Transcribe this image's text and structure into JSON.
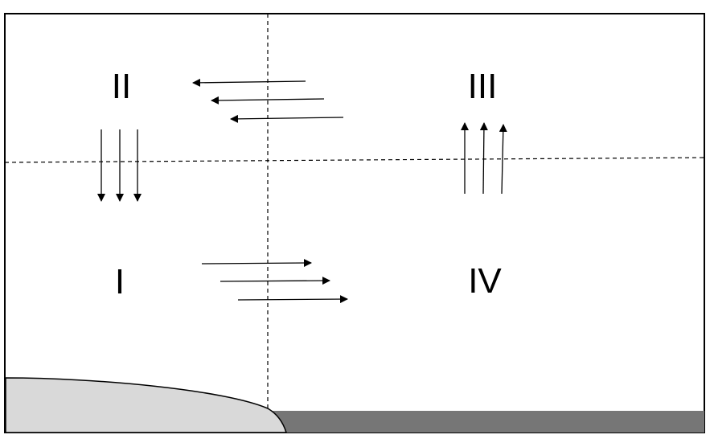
{
  "quadrants": {
    "q1": "I",
    "q2": "II",
    "q3": "III",
    "q4": "IV"
  },
  "arrow_groups": {
    "quadrant_I": "right",
    "quadrant_II": "down",
    "top_center": "left",
    "quadrant_III": "up"
  },
  "colors": {
    "frame": "#000000",
    "lines": "#000000",
    "droplet_fill": "#d9d9d9",
    "surface_fill": "#767676",
    "background": "#ffffff"
  }
}
